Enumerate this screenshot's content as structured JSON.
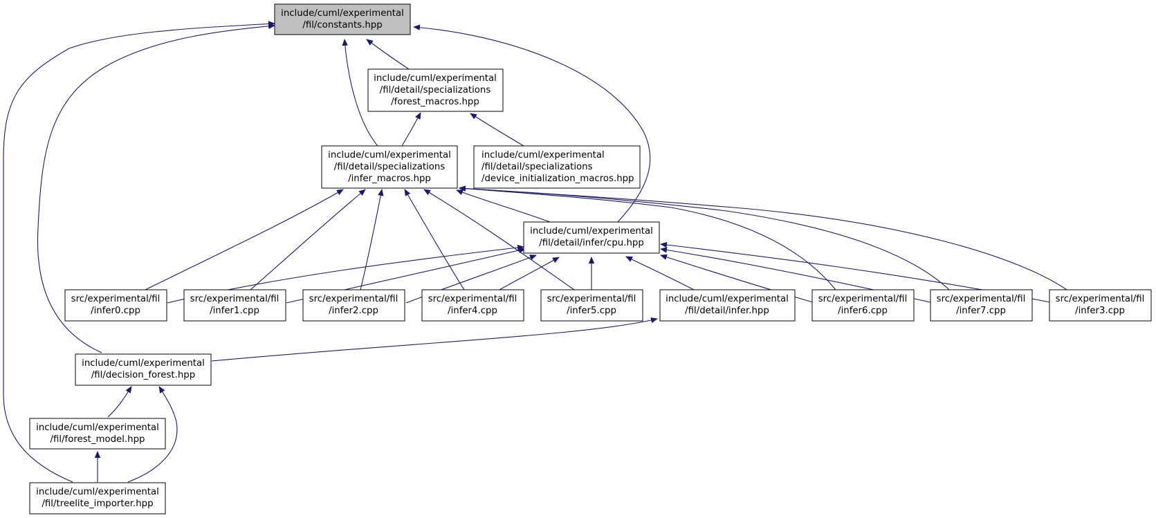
{
  "graph": {
    "edge_color": "#191970",
    "root_fill": "#bfbfbf",
    "nodes": {
      "constants": [
        "include/cuml/experimental",
        "/fil/constants.hpp"
      ],
      "forest_macros": [
        "include/cuml/experimental",
        "/fil/detail/specializations",
        "/forest_macros.hpp"
      ],
      "infer_macros": [
        "include/cuml/experimental",
        "/fil/detail/specializations",
        "/infer_macros.hpp"
      ],
      "device_init": [
        "include/cuml/experimental",
        "/fil/detail/specializations",
        "/device_initialization_macros.hpp"
      ],
      "cpu": [
        "include/cuml/experimental",
        "/fil/detail/infer/cpu.hpp"
      ],
      "infer0": [
        "src/experimental/fil",
        "/infer0.cpp"
      ],
      "infer1": [
        "src/experimental/fil",
        "/infer1.cpp"
      ],
      "infer2": [
        "src/experimental/fil",
        "/infer2.cpp"
      ],
      "infer4": [
        "src/experimental/fil",
        "/infer4.cpp"
      ],
      "infer5": [
        "src/experimental/fil",
        "/infer5.cpp"
      ],
      "detail_infer": [
        "include/cuml/experimental",
        "/fil/detail/infer.hpp"
      ],
      "infer6": [
        "src/experimental/fil",
        "/infer6.cpp"
      ],
      "infer7": [
        "src/experimental/fil",
        "/infer7.cpp"
      ],
      "infer3": [
        "src/experimental/fil",
        "/infer3.cpp"
      ],
      "decision_forest": [
        "include/cuml/experimental",
        "/fil/decision_forest.hpp"
      ],
      "forest_model": [
        "include/cuml/experimental",
        "/fil/forest_model.hpp"
      ],
      "treelite_importer": [
        "include/cuml/experimental",
        "/fil/treelite_importer.hpp"
      ]
    }
  }
}
